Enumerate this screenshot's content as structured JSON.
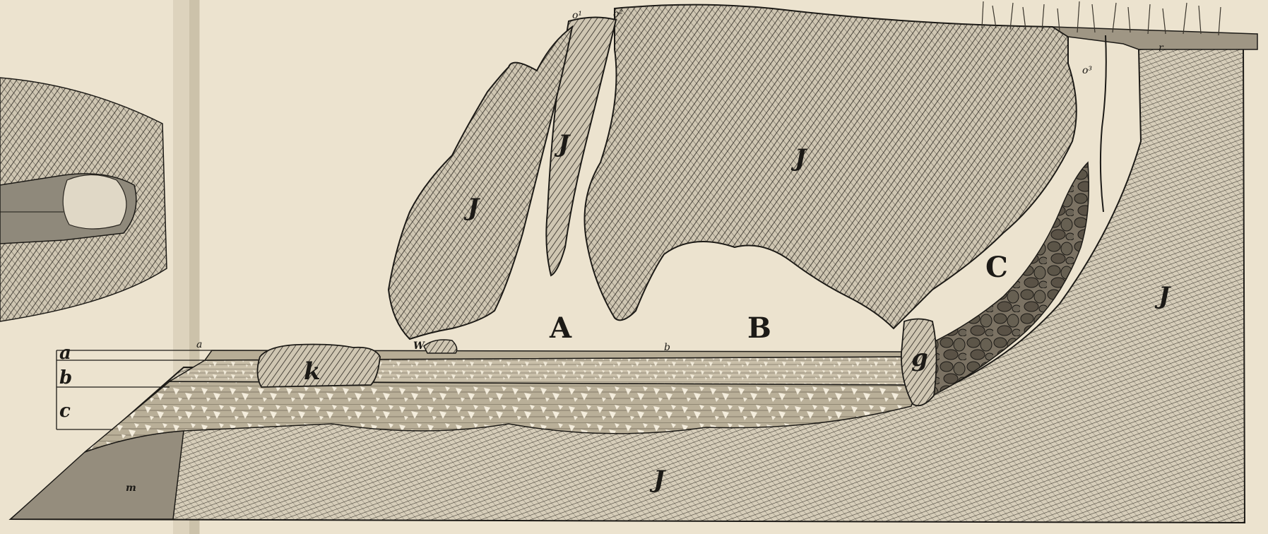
{
  "figure": {
    "cave_chambers": [
      "A",
      "B",
      "C"
    ],
    "rock_label": "J",
    "layer_labels": [
      "a",
      "b",
      "c"
    ],
    "boulder_labels": [
      "k",
      "g"
    ],
    "deposit_label": "m",
    "marker_w": "W",
    "marker_small_a": "a",
    "marker_small_b": "b",
    "opening_labels": [
      "o¹",
      "o²",
      "o³"
    ],
    "surface_label": "r"
  },
  "colors": {
    "paper": "#ece3cf",
    "ink": "#1c1a16",
    "rock": "#8c8475",
    "sediment": "#d8ceb8"
  }
}
